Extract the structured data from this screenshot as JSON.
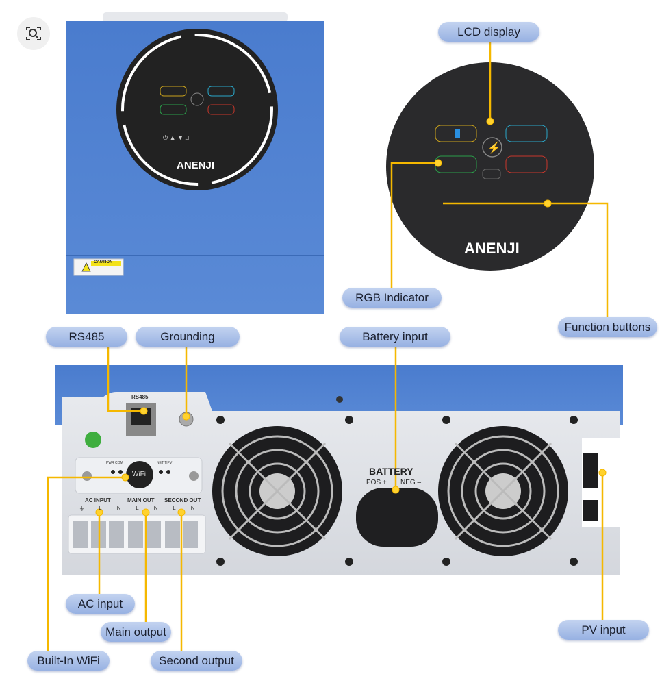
{
  "toolbar": {
    "zoom_icon": "visual-search-icon"
  },
  "callouts": {
    "lcd_display": "LCD display",
    "rgb_indicator": "RGB Indicator",
    "function_buttons": "Function buttons",
    "rs485": "RS485",
    "grounding": "Grounding",
    "battery_input": "Battery input",
    "ac_input": "AC input",
    "main_output": "Main output",
    "built_in_wifi": "Built-In WiFi",
    "second_output": "Second output",
    "pv_input": "PV input"
  },
  "device": {
    "brand": "ANENJI",
    "caution": "CAUTION",
    "rs485_port": "RS485",
    "wifi": "WiFi",
    "wifi_leds_left": "PWR COM",
    "wifi_leds_right": "NET TIPV",
    "battery": "BATTERY",
    "battery_pos": "POS +",
    "battery_neg": "NEG –",
    "ac_input": "AC INPUT",
    "main_out": "MAIN OUT",
    "second_out": "SECOND OUT",
    "terminals": [
      "⏚",
      "L",
      "N",
      "L",
      "N",
      "L",
      "N"
    ]
  },
  "colors": {
    "panel_blue": "#4a7fd0",
    "callout_line": "#f5b800",
    "pill": "#a9bfe8"
  }
}
